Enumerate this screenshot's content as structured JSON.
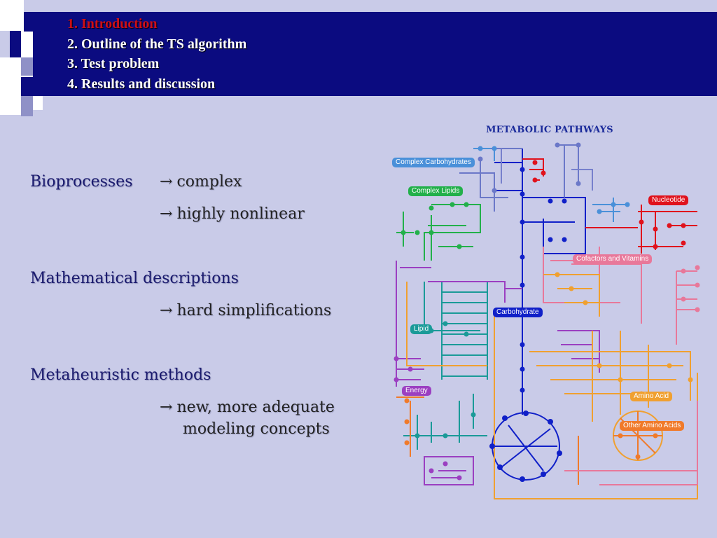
{
  "outline": {
    "items": [
      {
        "label": "1. Introduction",
        "active": true
      },
      {
        "label": "2. Outline of the TS algorithm",
        "active": false
      },
      {
        "label": "3. Test problem",
        "active": false
      },
      {
        "label": "4. Results and discussion",
        "active": false
      }
    ]
  },
  "content": {
    "bioprocesses": {
      "heading": "Bioprocesses",
      "arrow1": "complex",
      "arrow2": "highly nonlinear"
    },
    "math": {
      "heading": "Mathematical descriptions",
      "arrow1": "hard simplifications"
    },
    "meta": {
      "heading": "Metaheuristic methods",
      "arrow1_line1": "new, more adequate",
      "arrow1_line2": "modeling concepts"
    },
    "arrow_symbol": "→"
  },
  "metabolic_map": {
    "title": "METABOLIC PATHWAYS",
    "labels": {
      "complex_carbohydrates": "Complex Carbohydrates",
      "complex_lipids": "Complex Lipids",
      "nucleotide": "Nucleotide",
      "cofactors": "Cofactors and Vitamins",
      "carbohydrate": "Carbohydrate",
      "lipid": "Lipid",
      "energy": "Energy",
      "amino_acid": "Amino Acid",
      "other_amino_acids": "Other Amino Acids"
    },
    "colors": {
      "complex_carbohydrates": "#4a90d9",
      "complex_lipids": "#22b04a",
      "nucleotide": "#e0121c",
      "cofactors": "#e8789a",
      "carbohydrate": "#1020c8",
      "lipid": "#1a9a98",
      "energy": "#9b3fc1",
      "amino_acid": "#f0a030",
      "other_amino_acids": "#f07a2a"
    }
  },
  "colors": {
    "background": "#c9cbe8",
    "header": "#0b0b80",
    "active_item": "#cc0f17"
  }
}
